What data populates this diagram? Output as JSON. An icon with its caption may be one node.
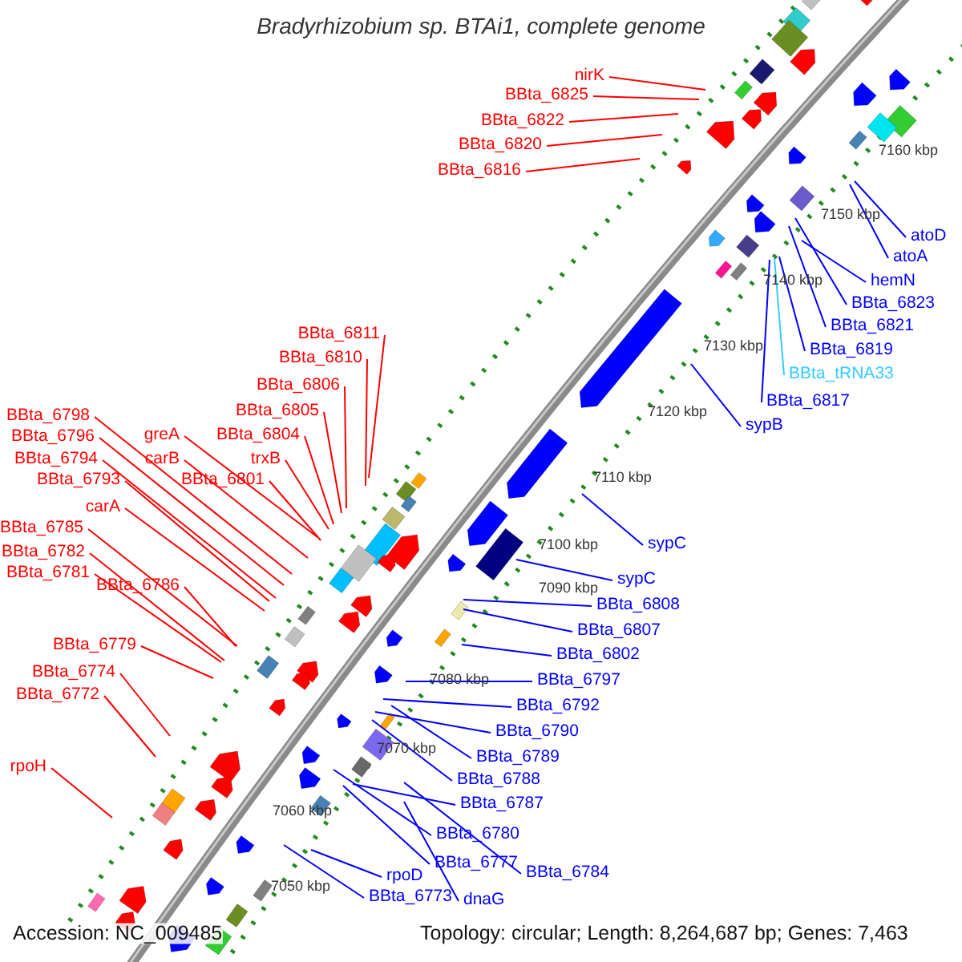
{
  "diagram": {
    "title": "Bradyrhizobium sp. BTAi1, complete genome",
    "nodes": [
      {
        "text": [
          "nirK"
        ]
      },
      {
        "text": [
          "BBta_6825"
        ]
      },
      {
        "text": [
          "BBta_6822"
        ]
      },
      {
        "text": [
          "BBta_6820"
        ]
      },
      {
        "text": [
          "BBta_6816"
        ]
      },
      {
        "text": [
          "BBta_6811"
        ]
      },
      {
        "text": [
          "BBta_6810"
        ]
      },
      {
        "text": [
          "BBta_6806"
        ]
      },
      {
        "text": [
          "BBta_6805"
        ]
      },
      {
        "text": [
          "BBta_6798"
        ]
      },
      {
        "text": [
          "greA"
        ]
      },
      {
        "text": [
          "BBta_6804"
        ]
      },
      {
        "text": [
          "BBta_6796"
        ]
      },
      {
        "text": [
          "carB"
        ]
      },
      {
        "text": [
          "trxB"
        ]
      },
      {
        "text": [
          "BBta_6794"
        ]
      },
      {
        "text": [
          "BBta_6793"
        ]
      },
      {
        "text": [
          "BBta_6801"
        ]
      },
      {
        "text": [
          "carA"
        ]
      },
      {
        "text": [
          "BBta_6785"
        ]
      },
      {
        "text": [
          "BBta_6782"
        ]
      },
      {
        "text": [
          "BBta_6781"
        ]
      },
      {
        "text": [
          "BBta_6786"
        ]
      },
      {
        "text": [
          "BBta_6779"
        ]
      },
      {
        "text": [
          "BBta_6774"
        ]
      },
      {
        "text": [
          "BBta_6772"
        ]
      },
      {
        "text": [
          "rpoH"
        ]
      },
      {
        "text": [
          "atoD"
        ]
      },
      {
        "text": [
          "atoA"
        ]
      },
      {
        "text": [
          "hemN"
        ]
      },
      {
        "text": [
          "BBta_6823"
        ]
      },
      {
        "text": [
          "BBta_6821"
        ]
      },
      {
        "text": [
          "BBta_6819"
        ]
      },
      {
        "text": [
          "BBta_tRNA33"
        ]
      },
      {
        "text": [
          "BBta_6817"
        ]
      },
      {
        "text": [
          "sypB"
        ]
      },
      {
        "text": [
          "sypC"
        ]
      },
      {
        "text": [
          "sypC"
        ]
      },
      {
        "text": [
          "BBta_6808"
        ]
      },
      {
        "text": [
          "BBta_6807"
        ]
      },
      {
        "text": [
          "BBta_6802"
        ]
      },
      {
        "text": [
          "BBta_6797"
        ]
      },
      {
        "text": [
          "BBta_6792"
        ]
      },
      {
        "text": [
          "BBta_6790"
        ]
      },
      {
        "text": [
          "BBta_6789"
        ]
      },
      {
        "text": [
          "BBta_6788"
        ]
      },
      {
        "text": [
          "BBta_6787"
        ]
      },
      {
        "text": [
          "BBta_6780"
        ]
      },
      {
        "text": [
          "BBta_6777"
        ]
      },
      {
        "text": [
          "BBta_6784"
        ]
      },
      {
        "text": [
          "rpoD"
        ]
      },
      {
        "text": [
          "BBta_6773"
        ]
      },
      {
        "text": [
          "dnaG"
        ]
      }
    ],
    "edges": [
      {
        "from": 0,
        "to": null,
        "arrow": "none"
      },
      {
        "from": 1,
        "to": null,
        "arrow": "none"
      },
      {
        "from": 2,
        "to": null,
        "arrow": "none"
      },
      {
        "from": 3,
        "to": null,
        "arrow": "none"
      },
      {
        "from": 4,
        "to": null,
        "arrow": "none"
      },
      {
        "from": 5,
        "to": null,
        "arrow": "none"
      },
      {
        "from": 6,
        "to": null,
        "arrow": "none"
      },
      {
        "from": 7,
        "to": null,
        "arrow": "none"
      },
      {
        "from": 8,
        "to": null,
        "arrow": "none"
      },
      {
        "from": 9,
        "to": null,
        "arrow": "none"
      },
      {
        "from": 10,
        "to": null,
        "arrow": "none"
      },
      {
        "from": 11,
        "to": null,
        "arrow": "none"
      },
      {
        "from": 12,
        "to": null,
        "arrow": "none"
      },
      {
        "from": 13,
        "to": null,
        "arrow": "none"
      },
      {
        "from": 14,
        "to": null,
        "arrow": "none"
      },
      {
        "from": 15,
        "to": null,
        "arrow": "none"
      },
      {
        "from": 16,
        "to": null,
        "arrow": "none"
      },
      {
        "from": 17,
        "to": null,
        "arrow": "none"
      },
      {
        "from": 18,
        "to": null,
        "arrow": "none"
      },
      {
        "from": 19,
        "to": null,
        "arrow": "none"
      },
      {
        "from": 20,
        "to": null,
        "arrow": "none"
      },
      {
        "from": 21,
        "to": null,
        "arrow": "none"
      },
      {
        "from": 22,
        "to": null,
        "arrow": "none"
      },
      {
        "from": 23,
        "to": null,
        "arrow": "none"
      },
      {
        "from": 24,
        "to": null,
        "arrow": "none"
      },
      {
        "from": 25,
        "to": null,
        "arrow": "none"
      },
      {
        "from": 26,
        "to": null,
        "arrow": "none"
      },
      {
        "from": 27,
        "to": null,
        "arrow": "none",
        "color": "#0000ff"
      },
      {
        "from": 28,
        "to": null,
        "arrow": "none",
        "color": "#0000ff"
      },
      {
        "from": 29,
        "to": null,
        "arrow": "none",
        "color": "#0000ff"
      },
      {
        "from": 30,
        "to": null,
        "arrow": "none",
        "color": "#0000ff"
      },
      {
        "from": 31,
        "to": null,
        "arrow": "none",
        "color": "#0000ff"
      },
      {
        "from": 32,
        "to": null,
        "arrow": "none",
        "color": "#0000ff"
      },
      {
        "from": 33,
        "to": null,
        "arrow": "none",
        "color": "#33ccff"
      },
      {
        "from": 34,
        "to": null,
        "arrow": "none",
        "color": "#0000ff"
      },
      {
        "from": 35,
        "to": null,
        "arrow": "none",
        "color": "#0000ff"
      },
      {
        "from": 36,
        "to": null,
        "arrow": "none",
        "color": "#0000ff"
      },
      {
        "from": 37,
        "to": null,
        "arrow": "none",
        "color": "#0000ff"
      },
      {
        "from": 38,
        "to": null,
        "arrow": "none",
        "color": "#0000ff"
      },
      {
        "from": 39,
        "to": null,
        "arrow": "none",
        "color": "#0000ff"
      },
      {
        "from": 40,
        "to": null,
        "arrow": "none",
        "color": "#0000ff"
      },
      {
        "from": 41,
        "to": null,
        "arrow": "none",
        "color": "#0000ff"
      },
      {
        "from": 42,
        "to": null,
        "arrow": "none",
        "color": "#0000ff"
      },
      {
        "from": 43,
        "to": null,
        "arrow": "none",
        "color": "#0000ff"
      },
      {
        "from": 44,
        "to": null,
        "arrow": "none",
        "color": "#0000ff"
      },
      {
        "from": 45,
        "to": null,
        "arrow": "none",
        "color": "#0000ff"
      },
      {
        "from": 46,
        "to": null,
        "arrow": "none",
        "color": "#0000ff"
      },
      {
        "from": 47,
        "to": null,
        "arrow": "none",
        "color": "#0000ff"
      },
      {
        "from": 48,
        "to": null,
        "arrow": "none",
        "color": "#0000ff"
      },
      {
        "from": 49,
        "to": null,
        "arrow": "none",
        "color": "#0000ff"
      },
      {
        "from": 50,
        "to": null,
        "arrow": "none",
        "color": "#0000ff"
      },
      {
        "from": 51,
        "to": null,
        "arrow": "none",
        "color": "#0000ff"
      },
      {
        "from": 52,
        "to": null,
        "arrow": "none",
        "color": "#0000ff"
      }
    ],
    "labels": [
      "7160 kbp",
      "7150 kbp",
      "7140 kbp",
      "7130 kbp",
      "7120 kbp",
      "7110 kbp",
      "7100 kbp",
      "7090 kbp",
      "7080 kbp",
      "7070 kbp",
      "7060 kbp",
      "7050 kbp",
      "Accession: NC_009485",
      "Topology: circular; Length: 8,264,687 bp; Genes: 7,463"
    ]
  }
}
